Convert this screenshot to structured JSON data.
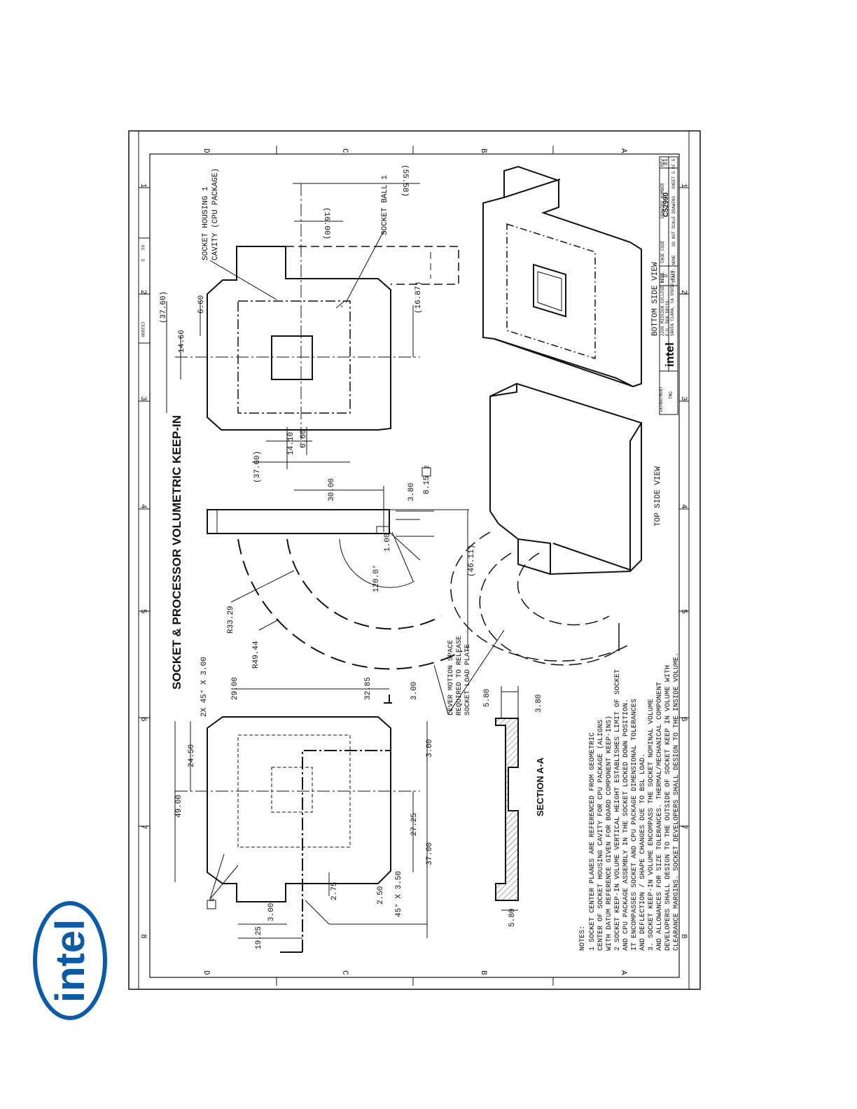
{
  "logo_text": "intel",
  "title": "SOCKET & PROCESSOR VOLUMETRIC KEEP-IN",
  "zone_letters": [
    "D",
    "C",
    "B",
    "A"
  ],
  "zone_numbers": [
    "8",
    "7",
    "6",
    "5",
    "4",
    "3",
    "2",
    "1"
  ],
  "labels": {
    "socket_housing": "SOCKET HOUSING 1",
    "cavity": "CAVITY (CPU PACKAGE)",
    "socket_ball": "SOCKET BALL 1",
    "lever_motion_1": "LEVER MOTION SPACE",
    "lever_motion_2": "REQUIRED TO RELEASE",
    "lever_motion_3": "SOCKET LOAD PLATE",
    "section": "SECTION A-A",
    "top_side_view": "TOP SIDE VIEW",
    "bottom_side_view": "BOTTOM SIDE VIEW",
    "chamfer_top": "2X 45° X 3.00",
    "chamfer_bottom": "45° X 3.50",
    "flag_1": "1",
    "flag_2": "2"
  },
  "dims": {
    "d_55_58": "(55.58)",
    "d_16_00": "(16.00)",
    "d_37_60a": "(37.60)",
    "d_14_60": "14.60",
    "d_6_60a": "6.60",
    "d_16_87": "(16.87)",
    "d_37_60b": "(37.60)",
    "d_14_10": "14.10",
    "d_6_60b": "6.60",
    "d_30_00": "30.00",
    "d_3_80a": "3.80",
    "d_8_15": "8.15",
    "d_1_00": "1.00",
    "d_120": "120.0°",
    "d_46_11": "(46.11)",
    "d_r33": "R33.29",
    "d_r49": "R49.44",
    "d_49_00": "49.00",
    "d_24_50": "24.50",
    "d_29_00": "29.00",
    "d_32_85": "32.85",
    "d_3_00a": "3.00",
    "d_3_00b": "3.00",
    "d_27_25": "27.25",
    "d_37_00": "37.00",
    "d_2_75": "2.75",
    "d_2_50": "2.50",
    "d_3_00c": "3.00",
    "d_19_25": "19.25",
    "d_5_80a": "5.80",
    "d_3_80b": "3.80",
    "d_5_80b": "5.80"
  },
  "notes": {
    "heading": "NOTES:",
    "lines": [
      "1  SOCKET CENTER PLANES ARE REFERENCED FROM GEOMETRIC",
      "   CENTER OF SOCKET HOUSING CAVITY FOR CPU PACKAGE (ALIGNS",
      "   WITH DATUM REFERENCE GIVEN FOR BOARD COMPONENT KEEP-INS)",
      "2  SOCKET KEEP-IN VOLUME VERTICAL HEIGHT ESTABLISHES LIMIT OF SOCKET",
      "   AND CPU PACKAGE ASSEMBLY IN THE SOCKET LOCKED DOWN POSITION.",
      "   IT ENCOMPASSES SOCKET AND CPU PACKAGE DIMENSIONAL TOLERANCES",
      "   AND DEFLECTION / SHAPE CHANGES DUE TO BSL LOAD.",
      "3. SOCKET KEEP-IN VOLUME ENCOMPASS THE SOCKET NOMINAL VOLUME",
      "   AND ALLOWANCES FOR SIZE TOLERANCES. THERMAL/MECHANICAL COMPONENT",
      "   DEVELOPERS SHALL DESIGN TO THE OUTSIDE OF SOCKET KEEP IN VOLUME WITH",
      "   CLEARANCE MARGINS.  SOCKET DEVELOPERS SHALL DESIGN TO THE INSIDE VOLUME."
    ]
  },
  "title_block": {
    "department": "DEPARTMENT",
    "dept_value": "TMD",
    "company": "intel",
    "address_1": "2200 MISSION COLLEGE BLVD.",
    "address_2": "P.O. BOX 58119",
    "address_3": "SANTA CLARA, CA 95052-8119",
    "size_label": "SIZE",
    "size_value": "D",
    "cage_label": "CAGE CODE",
    "drawing_label": "DRAWING NUMBER",
    "drawing_number": "C52990",
    "rev_label": "REV",
    "rev_value": "01",
    "scale": "SCALE: NONE",
    "do_not_scale": "DO NOT SCALE DRAWING",
    "sheet": "SHEET 5 OF 5",
    "small_dwg": "C52990",
    "small_sheet": "5",
    "small_rev": "01"
  }
}
